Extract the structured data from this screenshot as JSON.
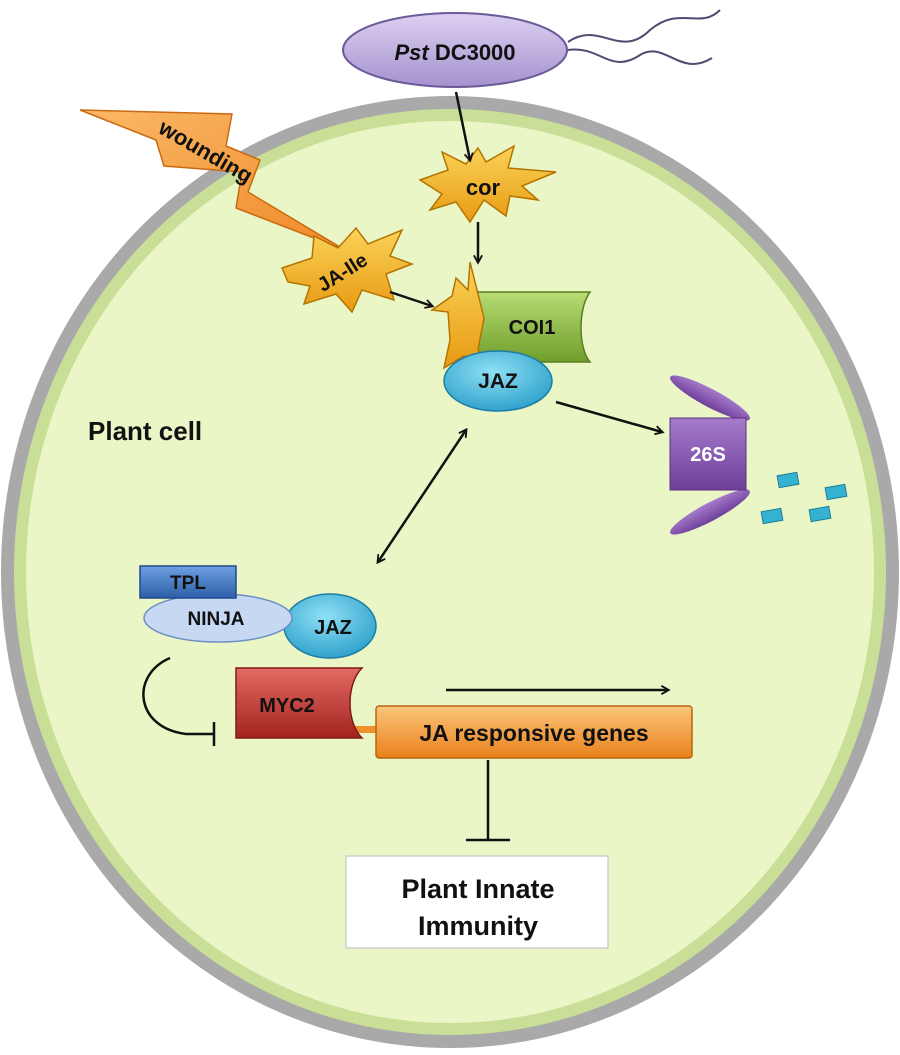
{
  "labels": {
    "pathogen_italic": "Pst",
    "pathogen_rest": " DC3000",
    "wounding": "wounding",
    "cor": "cor",
    "ja_ile": "JA-Ile",
    "coi1": "COI1",
    "jaz_top": "JAZ",
    "proteasome": "26S",
    "plant_cell": "Plant cell",
    "tpl": "TPL",
    "ninja": "NINJA",
    "jaz_bottom": "JAZ",
    "myc2": "MYC2",
    "ja_genes": "JA responsive genes",
    "immunity_line1": "Plant Innate",
    "immunity_line2": "Immunity"
  },
  "colors": {
    "cell_wall": "#a9a9a9",
    "cytoplasm": "#ebf6c6",
    "membrane": "#c9df97",
    "bacterium": "#bfaee0",
    "starburst": "#f6b324",
    "lightning": "#f59a38",
    "coi1": "#8fbe45",
    "jaz": "#3fb8de",
    "proteasome": "#8a5bb0",
    "tpl": "#3f76c4",
    "ninja": "#c6d8f2",
    "myc2": "#c73b36",
    "genes_box": "#f39a2e",
    "dna_line": "#f0902a",
    "fragments": "#35b2d2"
  }
}
